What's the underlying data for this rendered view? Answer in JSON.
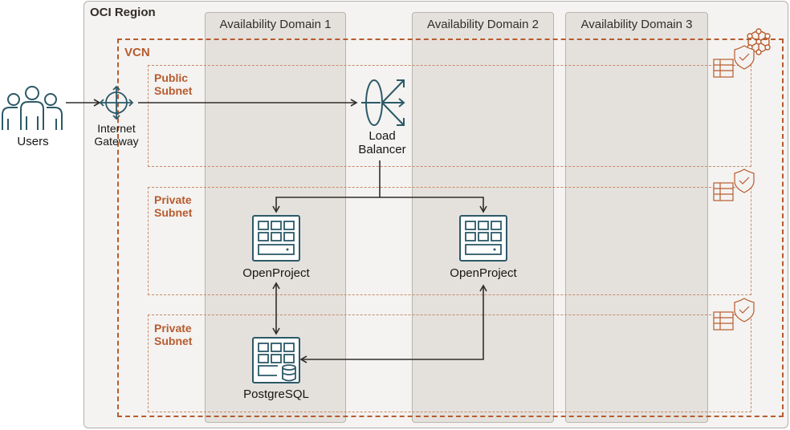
{
  "region": {
    "title": "OCI Region"
  },
  "availability_domains": [
    {
      "label": "Availability Domain 1"
    },
    {
      "label": "Availability Domain 2"
    },
    {
      "label": "Availability Domain 3"
    }
  ],
  "vcn": {
    "label": "VCN"
  },
  "subnets": {
    "public": {
      "line1": "Public",
      "line2": "Subnet"
    },
    "private_app": {
      "line1": "Private",
      "line2": "Subnet"
    },
    "private_db": {
      "line1": "Private",
      "line2": "Subnet"
    }
  },
  "users": {
    "label": "Users"
  },
  "internet_gateway": {
    "line1": "Internet",
    "line2": "Gateway"
  },
  "load_balancer": {
    "line1": "Load",
    "line2": "Balancer"
  },
  "openproject_1": {
    "label": "OpenProject"
  },
  "openproject_2": {
    "label": "OpenProject"
  },
  "postgresql": {
    "label": "PostgreSQL"
  },
  "colors": {
    "accent": "#b75b2e",
    "icon": "#2c5967",
    "region_bg": "#f4f3f1",
    "ad_bg": "#e4e1dd"
  }
}
